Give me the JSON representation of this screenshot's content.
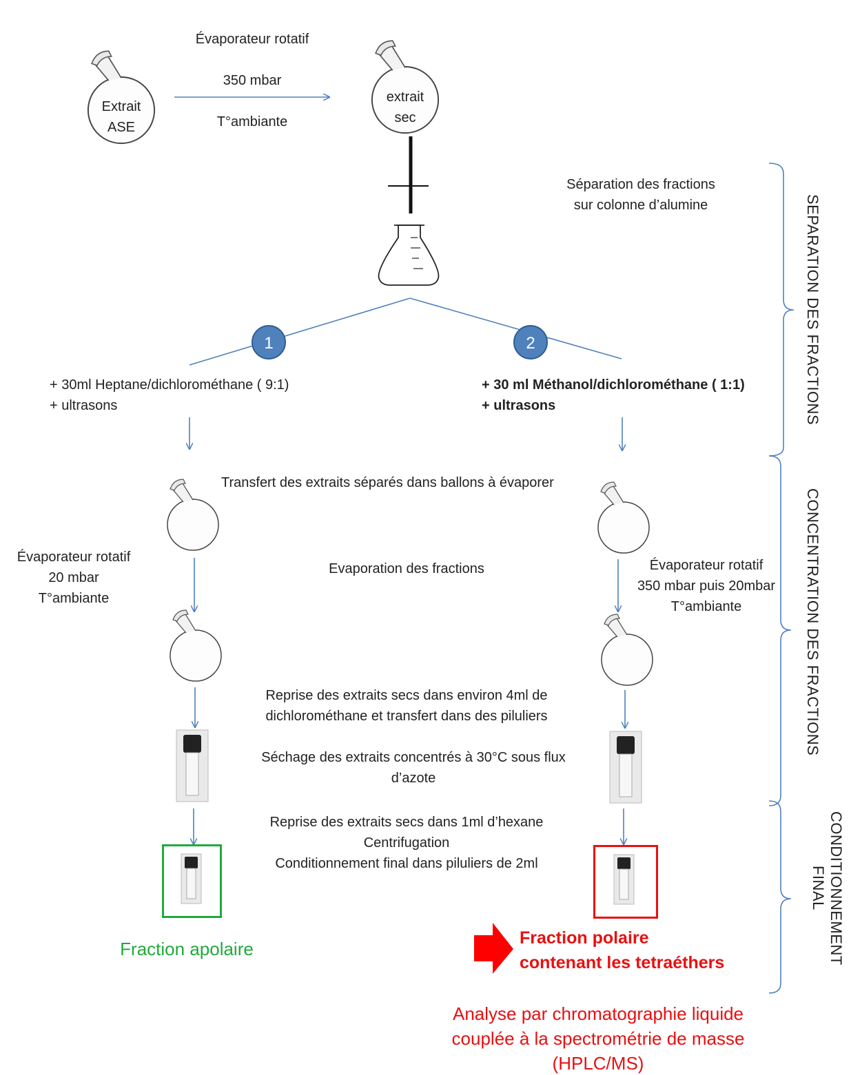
{
  "top_step": {
    "evaporator_title": "Évaporateur rotatif",
    "evaporator_pressure": "350 mbar",
    "evaporator_temp": "T°ambiante"
  },
  "flasks": {
    "ase_extract": "Extrait\nASE",
    "dry_extract": "extrait\nsec"
  },
  "column_step": "Séparation des fractions\nsur colonne d’alumine",
  "branches": [
    {
      "number": "1",
      "eluent": "+ 30ml Heptane/dichlorométhane  ( 9:1)\n+ ultrasons"
    },
    {
      "number": "2",
      "eluent": "+ 30 ml Méthanol/dichlorométhane ( 1:1)\n+ ultrasons"
    }
  ],
  "transfer_step": "Transfert des extraits séparés dans ballons à évaporer",
  "evaporation_left": "Évaporateur rotatif\n20 mbar\nT°ambiante",
  "evaporation_center": "Evaporation des fractions",
  "evaporation_right": "Évaporateur rotatif\n350 mbar puis 20mbar\nT°ambiante",
  "redissolve_step": "Reprise des extraits secs dans environ 4ml de\ndichlorométhane et transfert dans des piluliers",
  "drying_step": "Séchage des extraits concentrés à 30°C sous flux\nd’azote",
  "final_step": "Reprise des extraits secs dans 1ml d’hexane\nCentrifugation\nConditionnement final dans piluliers de 2ml",
  "results": {
    "apolar": "Fraction apolaire",
    "polar": "Fraction polaire\ncontenant les tetraéthers",
    "analysis": "Analyse par chromatographie liquide\ncouplée à la spectrométrie de masse\n(HPLC/MS)"
  },
  "phases": {
    "separation": "SEPARATION DES FRACTIONS",
    "concentration": "CONCENTRATION DES FRACTIONS",
    "conditioning": "CONDITIONNEMENT\nFINAL"
  },
  "colors": {
    "arrow": "#4f81bd",
    "badge": "#4f81bd",
    "apolar": "#1faa3a",
    "polar": "#e81010"
  }
}
